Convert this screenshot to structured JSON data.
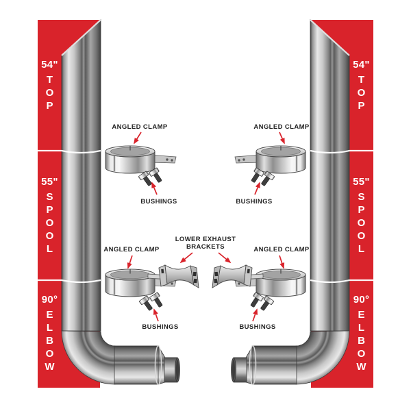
{
  "colors": {
    "banner_red": "#d9232b",
    "arrow_red": "#d9232b",
    "callout_text": "#232323",
    "banner_text": "#ffffff",
    "pipe_dark": "#404040",
    "pipe_highlight": "#e8e8e8"
  },
  "banners": {
    "left": {
      "sections": [
        {
          "size": "54\"",
          "word": "TOP"
        },
        {
          "size": "55\"",
          "word": "SPOOL"
        },
        {
          "size": "90°",
          "word": "ELBOW"
        }
      ]
    },
    "right": {
      "sections": [
        {
          "size": "54\"",
          "word": "TOP"
        },
        {
          "size": "55\"",
          "word": "SPOOL"
        },
        {
          "size": "90°",
          "word": "ELBOW"
        }
      ]
    }
  },
  "callouts": {
    "angled_clamp_upper_left": "ANGLED CLAMP",
    "angled_clamp_upper_right": "ANGLED CLAMP",
    "angled_clamp_lower_left": "ANGLED CLAMP",
    "angled_clamp_lower_right": "ANGLED CLAMP",
    "bushings_upper_left": "BUSHINGS",
    "bushings_upper_right": "BUSHINGS",
    "bushings_lower_left": "BUSHINGS",
    "bushings_lower_right": "BUSHINGS",
    "lower_exhaust_brackets": [
      "LOWER EXHAUST",
      "BRACKETS"
    ]
  }
}
